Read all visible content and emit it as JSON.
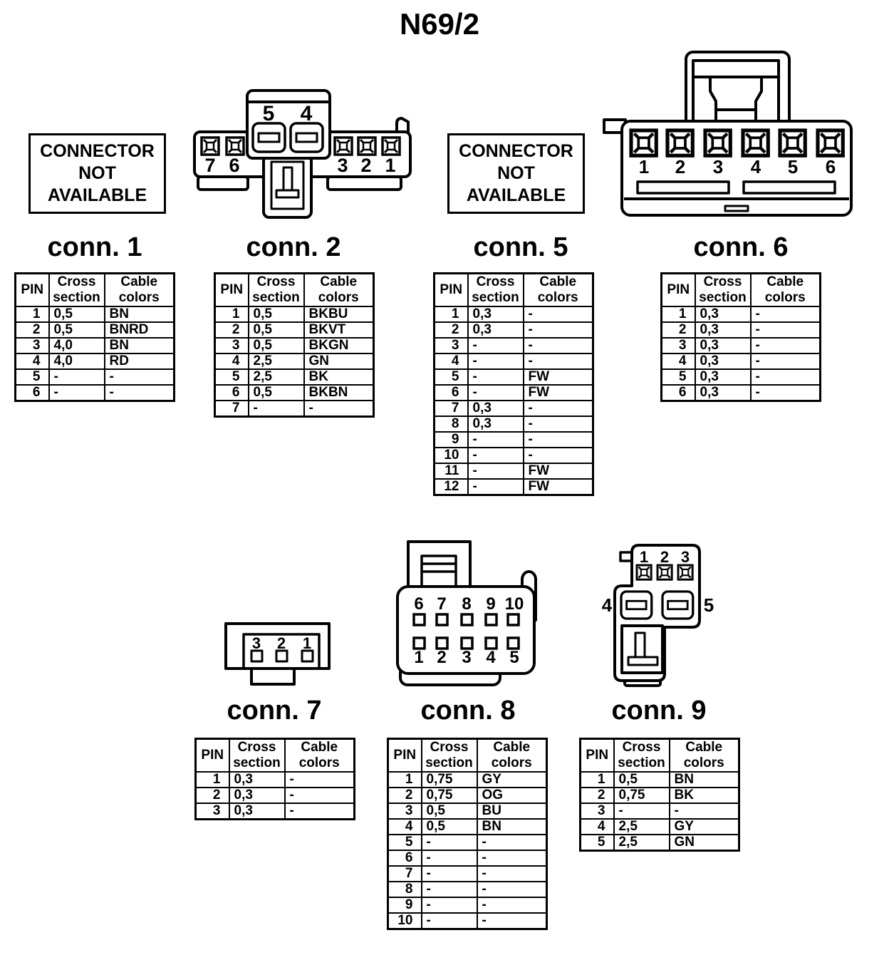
{
  "page_title": "N69/2",
  "not_available": {
    "line1": "CONNECTOR",
    "line2": "NOT",
    "line3": "AVAILABLE"
  },
  "table_header": {
    "pin": "PIN",
    "cross": "Cross section",
    "cable": "Cable colors"
  },
  "connectors": {
    "conn1": {
      "label": "conn. 1",
      "rows": [
        [
          "1",
          "0,5",
          "BN"
        ],
        [
          "2",
          "0,5",
          "BNRD"
        ],
        [
          "3",
          "4,0",
          "BN"
        ],
        [
          "4",
          "4,0",
          "RD"
        ],
        [
          "5",
          "-",
          "-"
        ],
        [
          "6",
          "-",
          "-"
        ]
      ]
    },
    "conn2": {
      "label": "conn. 2",
      "pins": {
        "top": [
          "5",
          "4"
        ],
        "left": [
          "7",
          "6"
        ],
        "right": [
          "3",
          "2",
          "1"
        ]
      },
      "rows": [
        [
          "1",
          "0,5",
          "BKBU"
        ],
        [
          "2",
          "0,5",
          "BKVT"
        ],
        [
          "3",
          "0,5",
          "BKGN"
        ],
        [
          "4",
          "2,5",
          "GN"
        ],
        [
          "5",
          "2,5",
          "BK"
        ],
        [
          "6",
          "0,5",
          "BKBN"
        ],
        [
          "7",
          "-",
          "-"
        ]
      ]
    },
    "conn5": {
      "label": "conn. 5",
      "rows": [
        [
          "1",
          "0,3",
          "-"
        ],
        [
          "2",
          "0,3",
          "-"
        ],
        [
          "3",
          "-",
          "-"
        ],
        [
          "4",
          "-",
          "-"
        ],
        [
          "5",
          "-",
          "FW"
        ],
        [
          "6",
          "-",
          "FW"
        ],
        [
          "7",
          "0,3",
          "-"
        ],
        [
          "8",
          "0,3",
          "-"
        ],
        [
          "9",
          "-",
          "-"
        ],
        [
          "10",
          "-",
          "-"
        ],
        [
          "11",
          "-",
          "FW"
        ],
        [
          "12",
          "-",
          "FW"
        ]
      ]
    },
    "conn6": {
      "label": "conn. 6",
      "pins": [
        "1",
        "2",
        "3",
        "4",
        "5",
        "6"
      ],
      "rows": [
        [
          "1",
          "0,3",
          "-"
        ],
        [
          "2",
          "0,3",
          "-"
        ],
        [
          "3",
          "0,3",
          "-"
        ],
        [
          "4",
          "0,3",
          "-"
        ],
        [
          "5",
          "0,3",
          "-"
        ],
        [
          "6",
          "0,3",
          "-"
        ]
      ]
    },
    "conn7": {
      "label": "conn. 7",
      "pins": [
        "3",
        "2",
        "1"
      ],
      "rows": [
        [
          "1",
          "0,3",
          "-"
        ],
        [
          "2",
          "0,3",
          "-"
        ],
        [
          "3",
          "0,3",
          "-"
        ]
      ]
    },
    "conn8": {
      "label": "conn. 8",
      "pins_top": [
        "6",
        "7",
        "8",
        "9",
        "10"
      ],
      "pins_bottom": [
        "1",
        "2",
        "3",
        "4",
        "5"
      ],
      "rows": [
        [
          "1",
          "0,75",
          "GY"
        ],
        [
          "2",
          "0,75",
          "OG"
        ],
        [
          "3",
          "0,5",
          "BU"
        ],
        [
          "4",
          "0,5",
          "BN"
        ],
        [
          "5",
          "-",
          "-"
        ],
        [
          "6",
          "-",
          "-"
        ],
        [
          "7",
          "-",
          "-"
        ],
        [
          "8",
          "-",
          "-"
        ],
        [
          "9",
          "-",
          "-"
        ],
        [
          "10",
          "-",
          "-"
        ]
      ]
    },
    "conn9": {
      "label": "conn. 9",
      "pins_top": [
        "1",
        "2",
        "3"
      ],
      "pin_left": "4",
      "pin_right": "5",
      "rows": [
        [
          "1",
          "0,5",
          "BN"
        ],
        [
          "2",
          "0,75",
          "BK"
        ],
        [
          "3",
          "-",
          "-"
        ],
        [
          "4",
          "2,5",
          "GY"
        ],
        [
          "5",
          "2,5",
          "GN"
        ]
      ]
    }
  }
}
